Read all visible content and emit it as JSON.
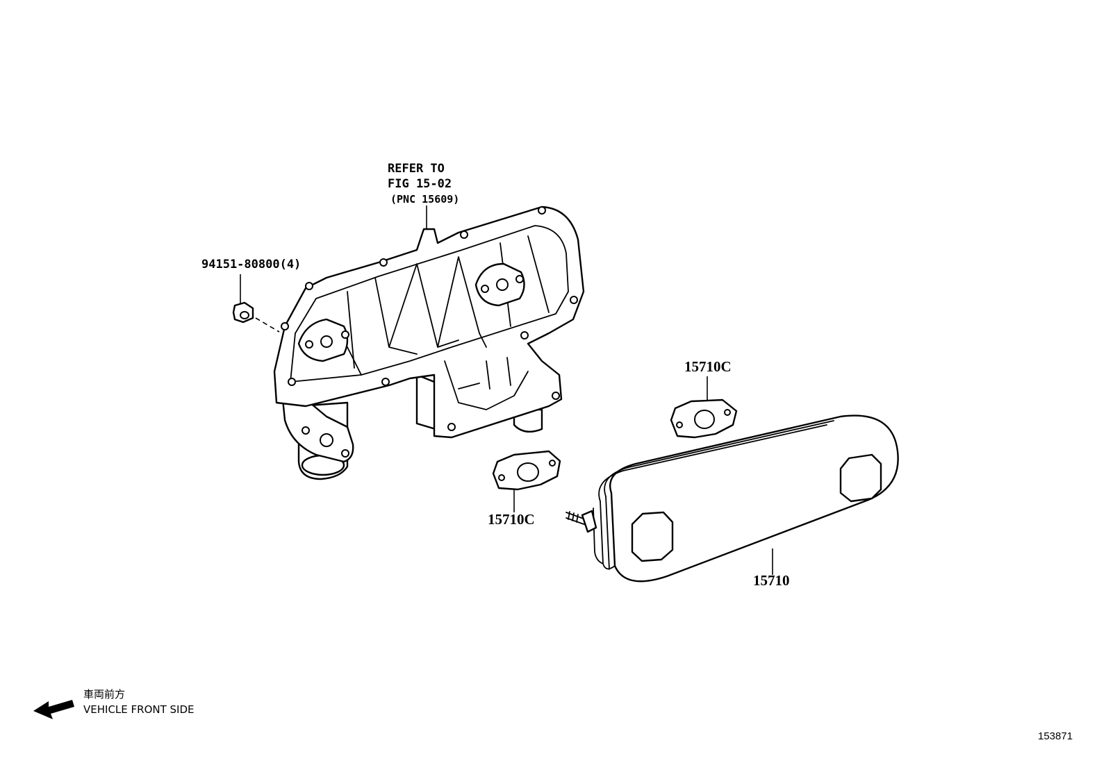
{
  "refer_note": {
    "line1": "REFER TO",
    "line2": "FIG 15-02",
    "line3": "(PNC 15609)"
  },
  "parts": {
    "nut": "94151-80800(4)",
    "gasket_upper": "15710C",
    "gasket_lower": "15710C",
    "oil_cooler": "15710"
  },
  "direction": {
    "japanese": "車両前方",
    "english": "VEHICLE FRONT SIDE"
  },
  "figure_id": "153871"
}
